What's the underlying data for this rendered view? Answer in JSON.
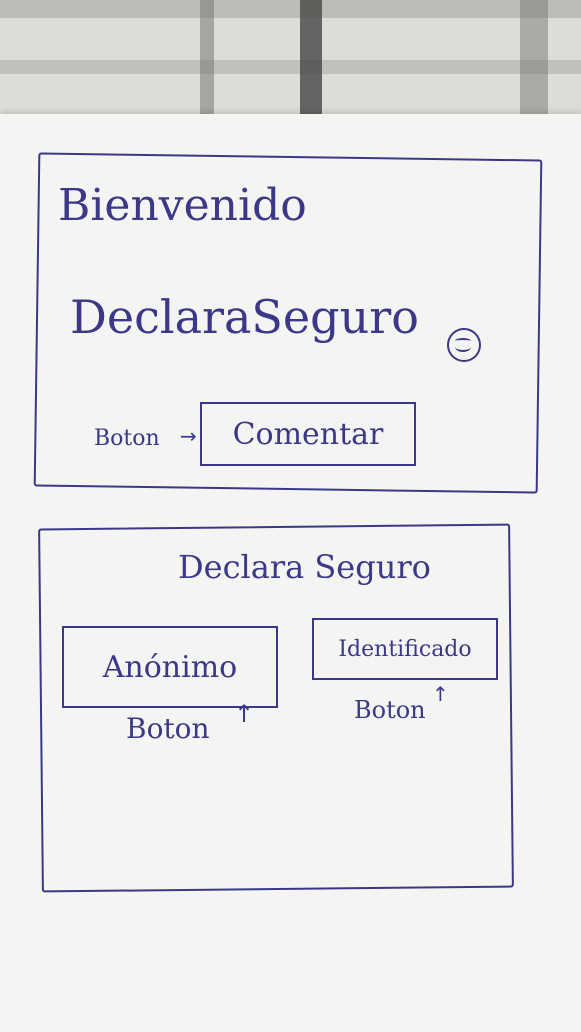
{
  "welcome_screen": {
    "greeting": "Bienvenido",
    "app_name": "DeclaraSeguro",
    "button_annotation": "Boton",
    "comment_button_label": "Comentar"
  },
  "mode_screen": {
    "title": "Declara Seguro",
    "anonymous_button_label": "Anónimo",
    "identified_button_label": "Identificado",
    "anonymous_annotation": "Boton",
    "identified_annotation": "Boton"
  },
  "icons": {
    "smiley": "smiley-icon",
    "arrow": "arrow-icon"
  },
  "colors": {
    "ink": "#3b3888",
    "paper": "#f4f4f2"
  }
}
